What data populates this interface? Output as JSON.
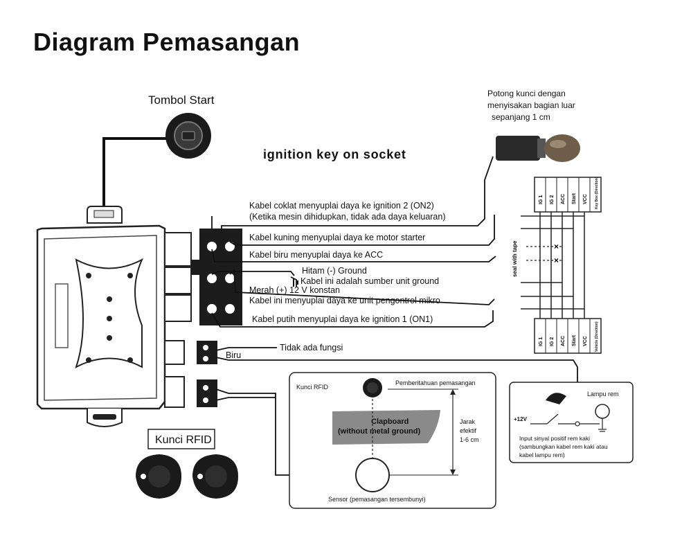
{
  "title": "Diagram Pemasangan",
  "labels": {
    "start_button": "Tombol Start",
    "ignition_key": "ignition key on socket",
    "cut_key_1": "Potong kunci dengan",
    "cut_key_2": "menyisakan bagian luar",
    "cut_key_3": "sepanjang 1 cm",
    "wire_brown_1": "Kabel coklat menyuplai daya ke ignition 2 (ON2)",
    "wire_brown_2": "(Ketika mesin dihidupkan, tidak ada daya keluaran)",
    "wire_yellow": "Kabel kuning menyuplai daya ke motor starter",
    "wire_blue": "Kabel biru menyuplai daya ke ACC",
    "ground_black": "Hitam (-) Ground",
    "ground_source": "Kabel ini adalah sumber unit ground",
    "red_constant": "Merah (+) 12 V konstan",
    "wire_micro": "Kabel ini menyuplai daya ke unit pengontrol mikro",
    "wire_white": "Kabel putih menyuplai daya ke ignition 1 (ON1)",
    "no_function": "Tidak ada fungsi",
    "blue_label": "Biru",
    "rfid_keys": "Kunci RFID",
    "rfid_box_title": "Kunci RFID",
    "install_notice": "Pemberitahuan pemasangan",
    "clapboard_1": "Clapboard",
    "clapboard_2": "(without metal ground)",
    "distance_1": "Jarak",
    "distance_2": "efektif",
    "distance_3": "1-6 cm",
    "sensor": "Sensor (pemasangan tersembunyi)",
    "brake_lamp": "Lampu rem",
    "brake_voltage": "+12V",
    "brake_input_1": "Input sinyal positif rem kaki",
    "brake_input_2": "(sambungkan kabel rem kaki atau",
    "brake_input_3": "kabel lampu rem)",
    "seal_tape": "seal with tape"
  },
  "keybox_top": [
    "IG 1",
    "IG 2",
    "ACC",
    "Start",
    "VCC",
    "Key Box (Direction)"
  ],
  "keybox_bottom": [
    "IG 1",
    "IG 2",
    "ACC",
    "Start",
    "VCC",
    "Vehicle (Direction)"
  ]
}
